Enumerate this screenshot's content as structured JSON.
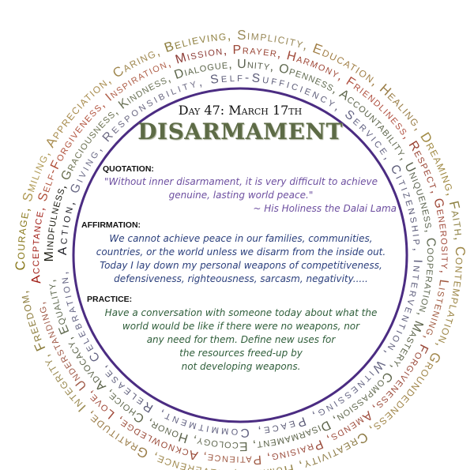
{
  "colors": {
    "circle": "#4b2c82",
    "title": "#5d6b46",
    "quote": "#6d4fa0",
    "affirmation": "#2b3f7c",
    "practice": "#2f5e3a"
  },
  "rings": [
    {
      "name": "outer",
      "words": [
        [
          "Courage,",
          "#8a7a1e"
        ],
        [
          "Smiling,",
          "#b09a55"
        ],
        [
          "Appreciation,",
          "#a88c4e"
        ],
        [
          "Caring,",
          "#a08850"
        ],
        [
          "Believing,",
          "#8f8040"
        ],
        [
          "Simplicity,",
          "#9a8a5a"
        ],
        [
          "Education,",
          "#a28048"
        ],
        [
          "Healing,",
          "#9a7e48"
        ],
        [
          "Dreaming,",
          "#a08a44"
        ],
        [
          "Faith,",
          "#8e8244"
        ],
        [
          "Contemplation,",
          "#9c8646"
        ],
        [
          "Groundedness,",
          "#a0864a"
        ],
        [
          "Creativity,",
          "#8c7a44"
        ],
        [
          "Humility,",
          "#9a8a50"
        ],
        [
          "Reverence,",
          "#a08a50"
        ],
        [
          "Gratitude,",
          "#9a7c48"
        ],
        [
          "Integrity,",
          "#9a8a50"
        ],
        [
          "Freedom,",
          "#8c7c3c"
        ]
      ]
    },
    {
      "name": "second",
      "words": [
        [
          "Acceptance,",
          "#a01c14"
        ],
        [
          "Self-Forgiveness,",
          "#b0503a"
        ],
        [
          "Inspiration,",
          "#b0604a"
        ],
        [
          "Mission,",
          "#8c3a34"
        ],
        [
          "Prayer,",
          "#9a4636"
        ],
        [
          "Harmony,",
          "#a04838"
        ],
        [
          "Friendliness,",
          "#b05040"
        ],
        [
          "Respect,",
          "#9a4434"
        ],
        [
          "Generosity,",
          "#a04a3a"
        ],
        [
          "Listening,",
          "#a05a40"
        ],
        [
          "Forgiveness,",
          "#9a4838"
        ],
        [
          "Amends,",
          "#a05040"
        ],
        [
          "Praising,",
          "#9a4a3a"
        ],
        [
          "Patience,",
          "#a05a44"
        ],
        [
          "Acknowledge,",
          "#9a4a38"
        ],
        [
          "Love,",
          "#a04838"
        ],
        [
          "Understanding,",
          "#a05a48"
        ]
      ]
    },
    {
      "name": "third",
      "words": [
        [
          "Mindfulness,",
          "#1a1a10"
        ],
        [
          "Graciousness,",
          "#6a7050"
        ],
        [
          "Kindness,",
          "#6a7256"
        ],
        [
          "Dialogue,",
          "#5a6448"
        ],
        [
          "Unity,",
          "#5c6250"
        ],
        [
          "Openness,",
          "#606a50"
        ],
        [
          "Accountability,",
          "#5e664c"
        ],
        [
          "Uniqueness,",
          "#5c6450"
        ],
        [
          "Cooperation,",
          "#606a52"
        ],
        [
          "Mastery,",
          "#5c644a"
        ],
        [
          "Compassion,",
          "#626a50"
        ],
        [
          "Disarmament,",
          "#5a6248"
        ],
        [
          "Ecology,",
          "#606850"
        ],
        [
          "Honor,",
          "#5c644c"
        ],
        [
          "Choice,",
          "#626a50"
        ],
        [
          "Advocacy,",
          "#5a6248"
        ],
        [
          "Equality,",
          "#606a50"
        ]
      ]
    },
    {
      "name": "inner",
      "words": [
        [
          "Action,",
          "#1a1a22"
        ],
        [
          "Giving,",
          "#6a6a86"
        ],
        [
          "Responsibility,",
          "#6a6882"
        ],
        [
          "Self-Sufficiency,",
          "#5e5e7a"
        ],
        [
          "Service,",
          "#626282"
        ],
        [
          "Citizenship,",
          "#5a5a78"
        ],
        [
          "Intervention,",
          "#5e5e7c"
        ],
        [
          "Witnessing,",
          "#646482"
        ],
        [
          "Peace,",
          "#5a5a76"
        ],
        [
          "Commitment,",
          "#606080"
        ],
        [
          "Release,",
          "#5c5c7a"
        ],
        [
          "Celebration,",
          "#626282"
        ]
      ]
    }
  ],
  "header": {
    "day": "Day 47: March 17th",
    "title": "DISARMAMENT"
  },
  "quotation": {
    "label": "QUOTATION:",
    "lines": [
      "\"Without inner disarmament, it is very difficult to achieve",
      "genuine, lasting world peace.\""
    ],
    "attribution": "~ His Holiness the Dalai Lama"
  },
  "affirmation": {
    "label": "AFFIRMATION:",
    "lines": [
      "We cannot achieve peace in our families, communities,",
      "countries, or the world unless we disarm from the inside out.",
      "Today I lay down my personal weapons of competitiveness,",
      "defensiveness, righteousness, sarcasm, negativity....."
    ]
  },
  "practice": {
    "label": "PRACTICE:",
    "lines": [
      "Have a conversation with someone today about what the",
      "world would be like if there were no weapons, nor",
      "any need for them. Define new uses for",
      "the resources freed-up by",
      "not developing weapons."
    ]
  }
}
